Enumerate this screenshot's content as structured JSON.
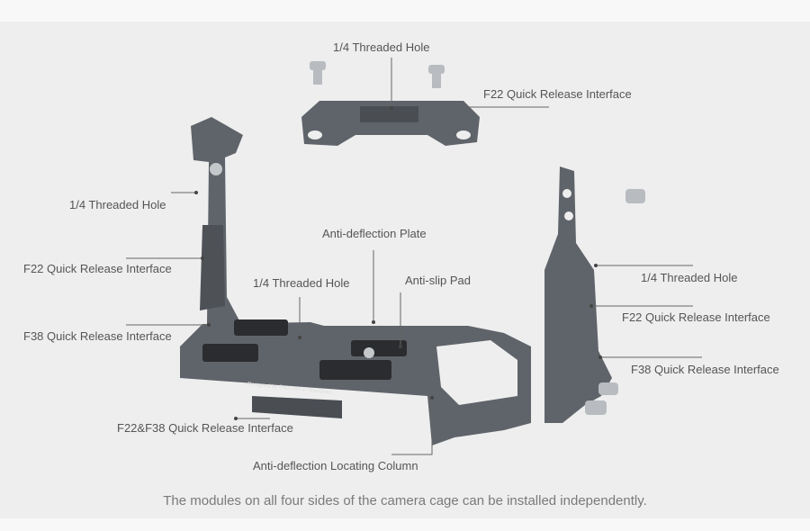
{
  "labels": {
    "top_threaded_hole": "1/4 Threaded Hole",
    "top_f22": "F22 Quick Release Interface",
    "left_threaded_hole": "1/4 Threaded Hole",
    "left_f22": "F22 Quick Release Interface",
    "left_f38": "F38 Quick Release Interface",
    "anti_deflection_plate": "Anti-deflection Plate",
    "center_threaded_hole": "1/4 Threaded Hole",
    "anti_slip_pad": "Anti-slip Pad",
    "right_threaded_hole": "1/4 Threaded Hole",
    "right_f22": "F22 Quick Release Interface",
    "right_f38": "F38 Quick Release Interface",
    "bottom_f22_f38": "F22&F38 Quick Release Interface",
    "locating_column": "Anti-deflection Locating Column"
  },
  "engraving": "Designed by FALCAM in Shenzhen",
  "caption": "The modules on all four sides of the camera cage can be installed independently.",
  "colors": {
    "metal": "#5f646a",
    "metal_dark": "#3e4247",
    "pad": "#2a2c2f",
    "text": "#555555"
  }
}
